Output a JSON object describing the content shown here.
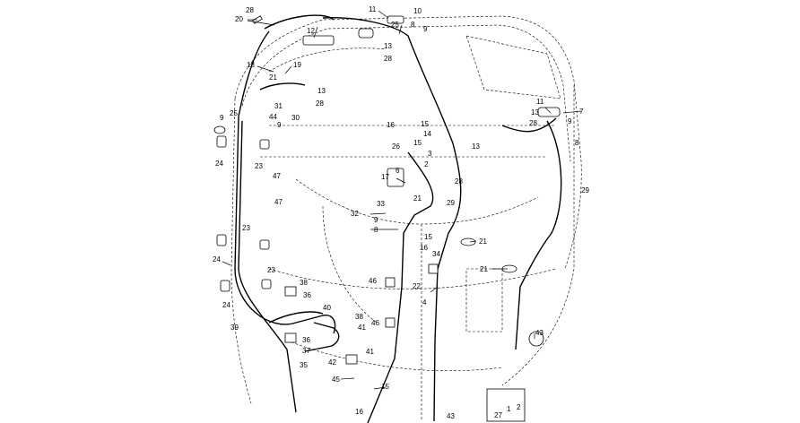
{
  "diagram": {
    "callouts": [
      "28",
      "20",
      "11",
      "10",
      "12",
      "25",
      "8",
      "9",
      "13",
      "28",
      "18",
      "19",
      "21",
      "13",
      "28",
      "31",
      "44",
      "9",
      "30",
      "25",
      "9",
      "24",
      "23",
      "47",
      "47",
      "11",
      "7",
      "9",
      "13",
      "28",
      "8",
      "16",
      "15",
      "14",
      "15",
      "26",
      "13",
      "3",
      "2",
      "17",
      "6",
      "28",
      "21",
      "33",
      "32",
      "9",
      "8",
      "29",
      "15",
      "16",
      "21",
      "34",
      "22",
      "21",
      "23",
      "24",
      "23",
      "24",
      "38",
      "36",
      "46",
      "40",
      "39",
      "38",
      "41",
      "46",
      "36",
      "37",
      "41",
      "35",
      "42",
      "45",
      "15",
      "16",
      "43",
      "4",
      "43",
      "29",
      "27",
      "1",
      "2"
    ]
  }
}
